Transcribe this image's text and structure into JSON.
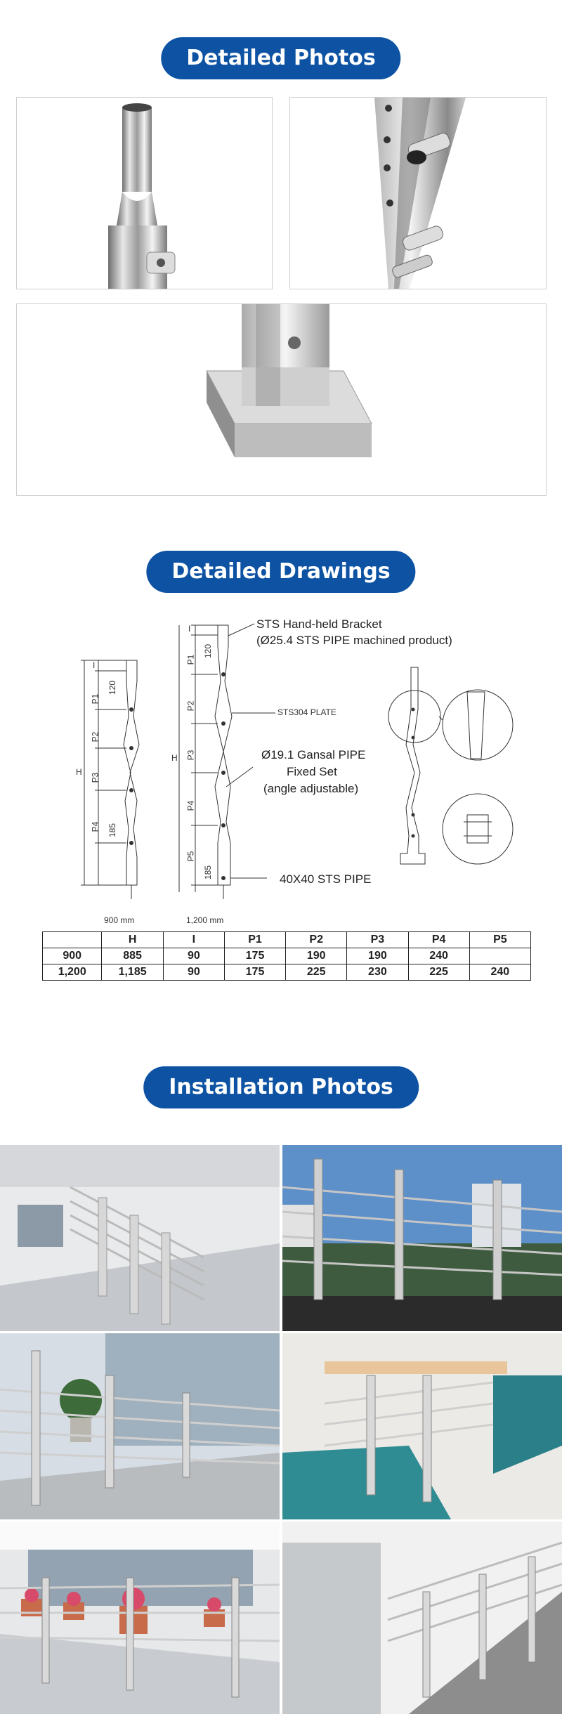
{
  "sections": {
    "detailed_photos": "Detailed Photos",
    "detailed_drawings": "Detailed Drawings",
    "installation_photos": "Installation Photos"
  },
  "drawing": {
    "labels": {
      "bracket_line1": "STS Hand-held Bracket",
      "bracket_line2": "(Ø25.4 STS PIPE machined product)",
      "plate": "STS304 PLATE",
      "pipe_line1": "Ø19.1 Gansal PIPE",
      "pipe_line2": "Fixed Set",
      "pipe_line3": "(angle adjustable)",
      "base_pipe": "40X40 STS PIPE",
      "caption_900": "900 mm",
      "caption_1200": "1,200 mm"
    },
    "dims_900": {
      "H": "H",
      "I": "I",
      "P1": "P1",
      "P2": "P2",
      "P3": "P3",
      "P4": "P4",
      "top": "120",
      "bottom": "185"
    },
    "dims_1200": {
      "H": "H",
      "I": "I",
      "P1": "P1",
      "P2": "P2",
      "P3": "P3",
      "P4": "P4",
      "P5": "P5",
      "top": "120",
      "bottom": "185"
    }
  },
  "table": {
    "headers": [
      "",
      "H",
      "I",
      "P1",
      "P2",
      "P3",
      "P4",
      "P5"
    ],
    "rows": [
      [
        "900",
        "885",
        "90",
        "175",
        "190",
        "190",
        "240",
        ""
      ],
      [
        "1,200",
        "1,185",
        "90",
        "175",
        "225",
        "230",
        "225",
        "240"
      ]
    ]
  }
}
